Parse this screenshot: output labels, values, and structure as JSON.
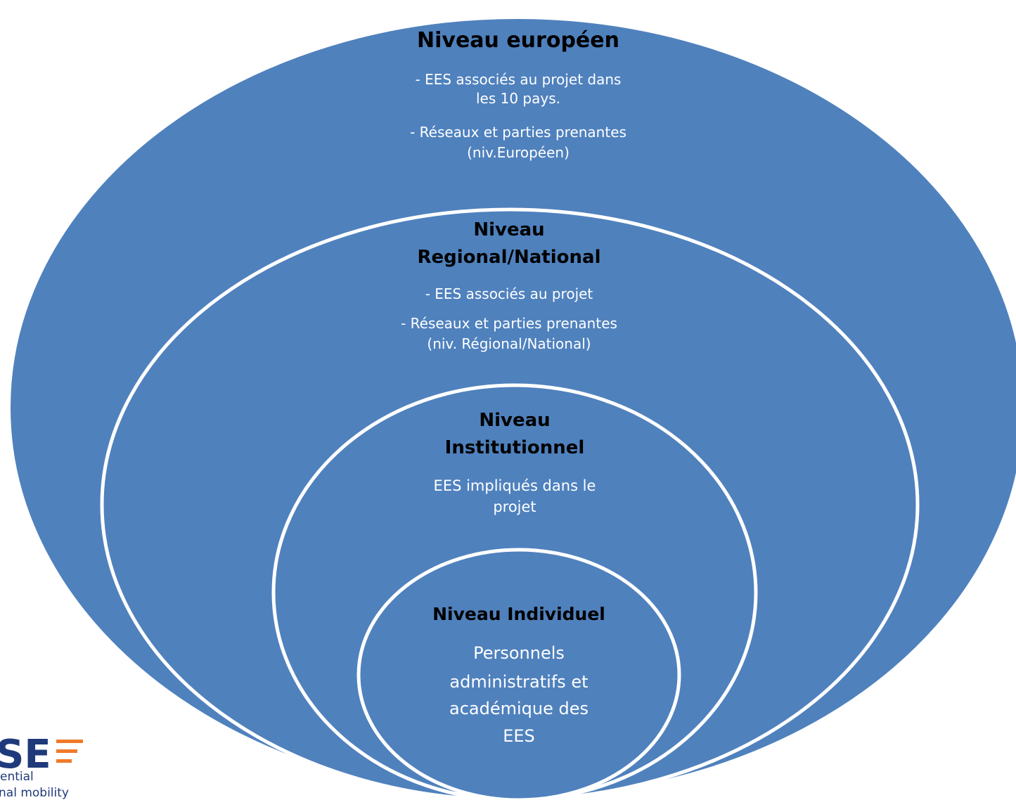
{
  "colors": {
    "circle_fill": "#4f81bd",
    "circle_stroke": "#ffffff",
    "title_color": "#000000",
    "body_color": "#ffffff",
    "logo_dark": "#1f3a7a",
    "logo_accent": "#f07a2a"
  },
  "levels": {
    "european": {
      "title": "Niveau européen",
      "lines": [
        "- EES associés au projet dans",
        "les 10 pays.",
        "- Réseaux et parties prenantes",
        "(niv.Européen)"
      ]
    },
    "regional": {
      "title_line1": "Niveau",
      "title_line2": "Regional/National",
      "lines": [
        "- EES associés au projet",
        "- Réseaux et parties prenantes",
        "(niv. Régional/National)"
      ]
    },
    "institutional": {
      "title_line1": "Niveau",
      "title_line2": "Institutionnel",
      "lines": [
        "EES impliqués dans le",
        "projet"
      ]
    },
    "individual": {
      "title": "Niveau Individuel",
      "lines": [
        "Personnels",
        "administratifs et",
        "académique des",
        "EES"
      ]
    }
  },
  "logo": {
    "mark": "SE",
    "line1": "ential",
    "line2": "nal mobility"
  }
}
